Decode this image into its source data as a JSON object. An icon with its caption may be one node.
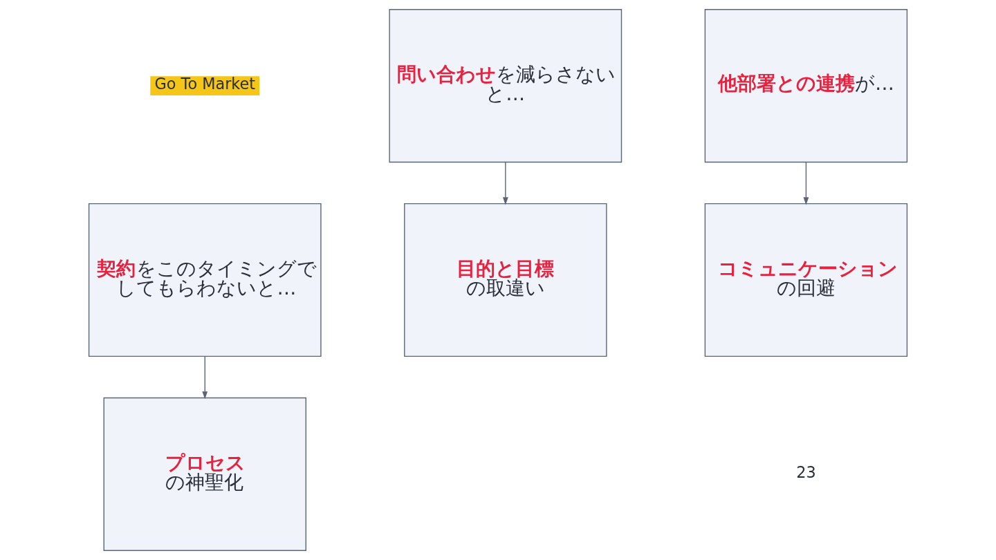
{
  "diagram": {
    "nodes": [
      {
        "text": [
          "**契約**をこのタイミングでしてもらわないと…"
        ]
      },
      {
        "text": [
          "**問い合わせ**を減らさないと…"
        ]
      },
      {
        "text": [
          "**他部署との連携**が…"
        ]
      },
      {
        "text": [
          "**プロセス**",
          "の神聖化"
        ]
      },
      {
        "text": [
          "**目的と目標**",
          "の取違い"
        ]
      },
      {
        "text": [
          "**コミュニケーション**",
          "の回避"
        ]
      }
    ],
    "edges": [
      {
        "from": 0,
        "to": 3,
        "arrow": "to"
      },
      {
        "from": 1,
        "to": 4,
        "arrow": "to"
      },
      {
        "from": 2,
        "to": 5,
        "arrow": "to"
      }
    ],
    "labels": [
      "Go To Market",
      "23"
    ]
  }
}
